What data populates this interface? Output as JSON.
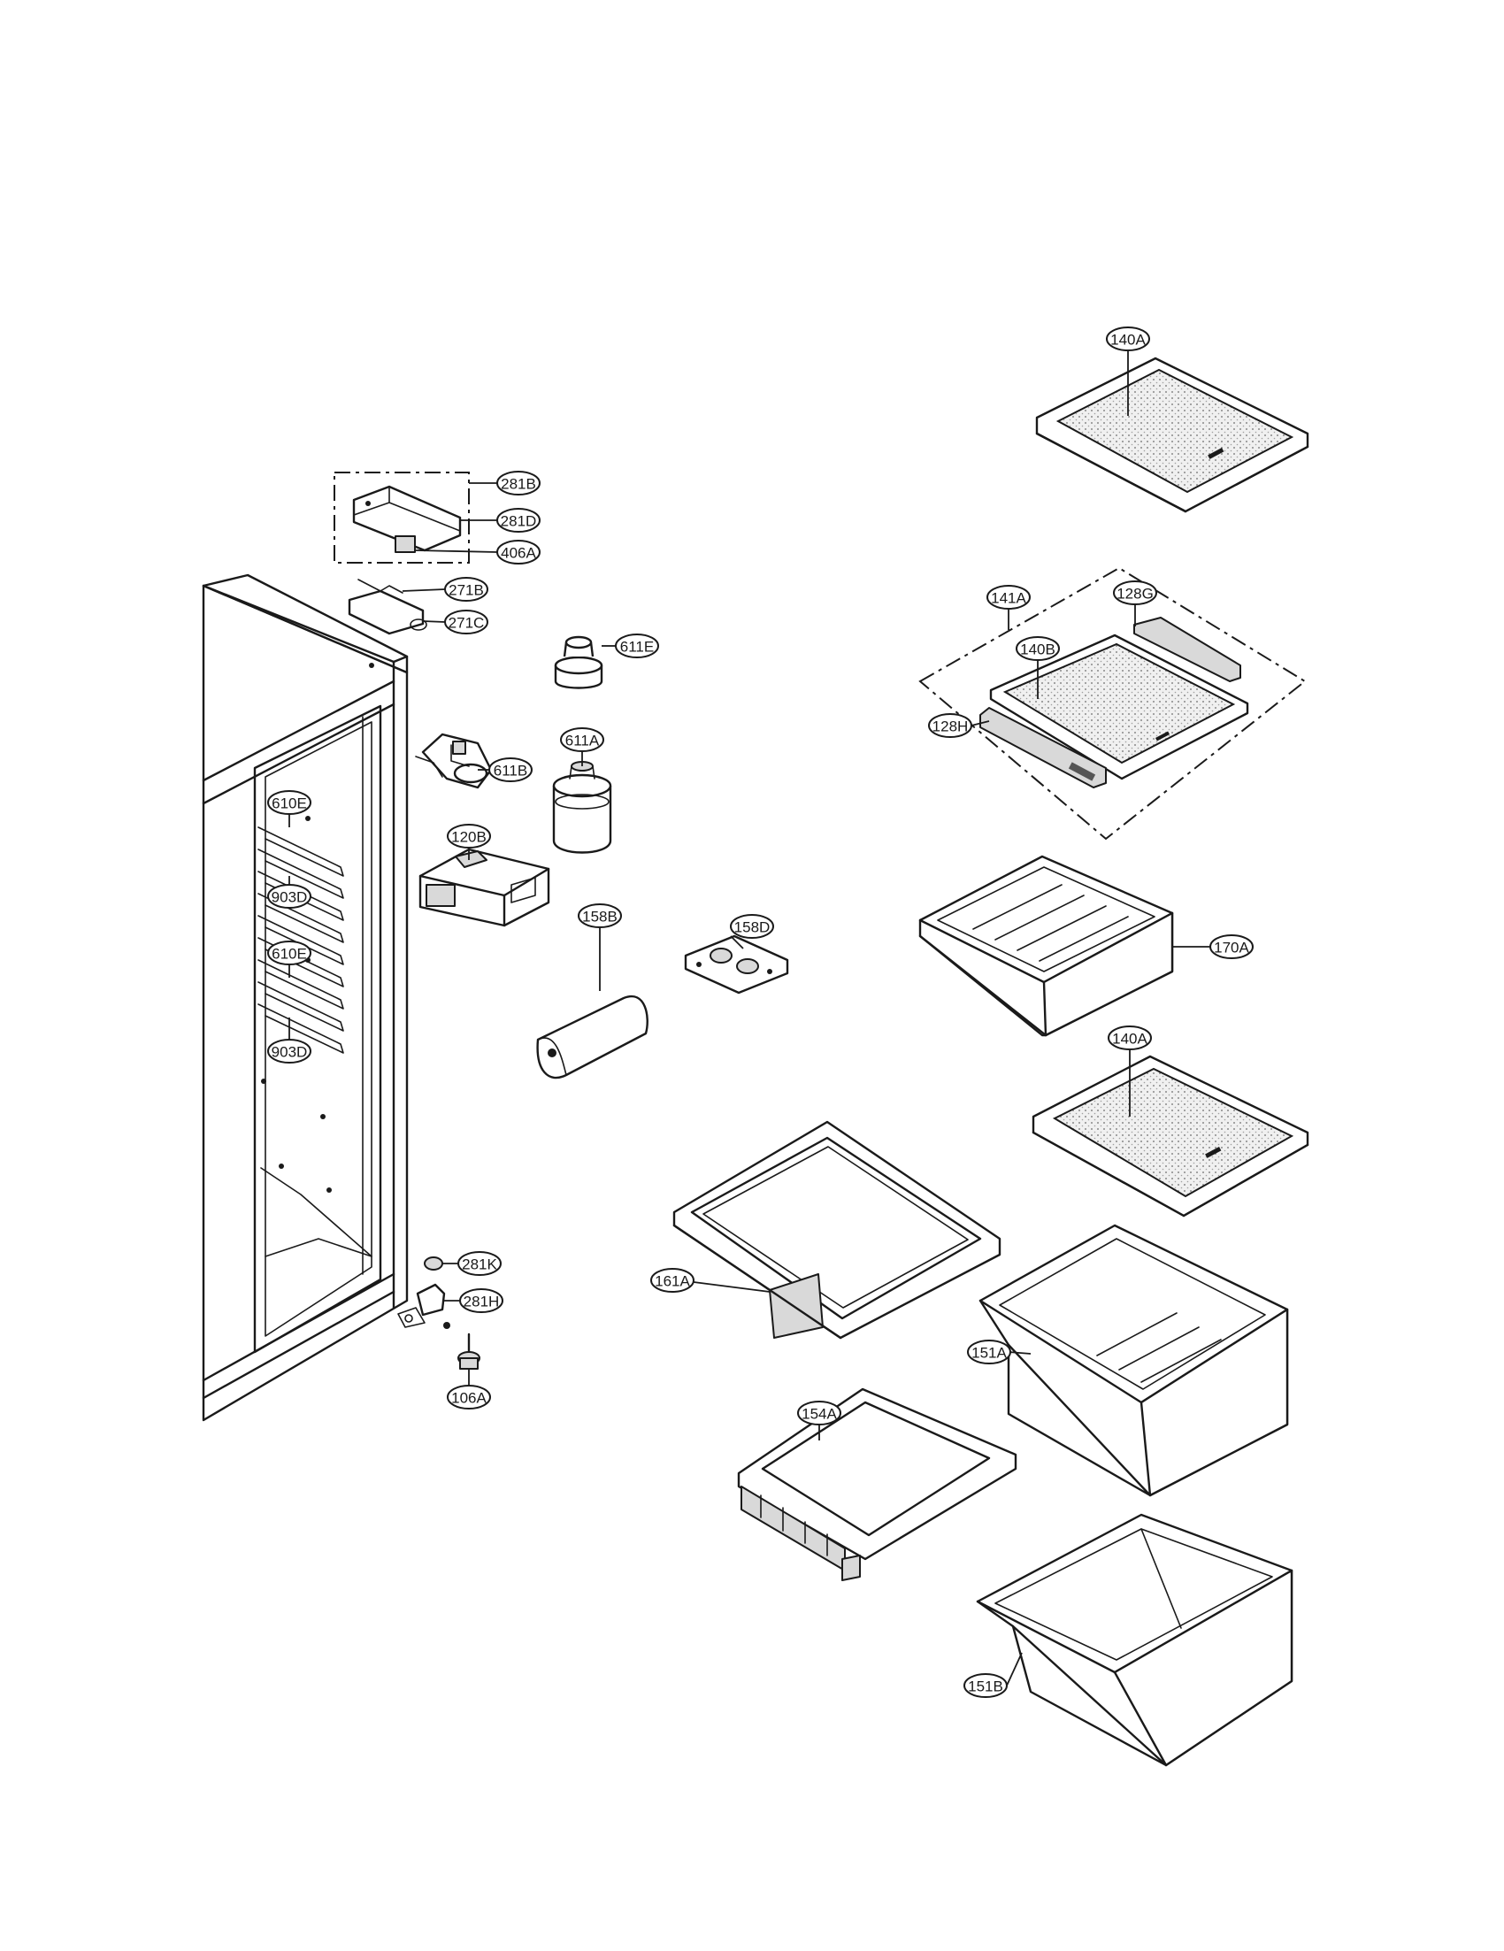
{
  "labels": {
    "p140A_top": "140A",
    "p141A": "141A",
    "p128G": "128G",
    "p140B": "140B",
    "p128H": "128H",
    "p170A": "170A",
    "p140A_mid": "140A",
    "p151A": "151A",
    "p151B": "151B",
    "p154A": "154A",
    "p161A": "161A",
    "p158B": "158B",
    "p158D": "158D",
    "p611E": "611E",
    "p611A": "611A",
    "p611B": "611B",
    "p120B": "120B",
    "p281B": "281B",
    "p281D": "281D",
    "p406A": "406A",
    "p271B": "271B",
    "p271C": "271C",
    "p610E_top": "610E",
    "p903D_top": "903D",
    "p610E_mid": "610E",
    "p903D_bot": "903D",
    "p281K": "281K",
    "p281H": "281H",
    "p106A": "106A"
  }
}
